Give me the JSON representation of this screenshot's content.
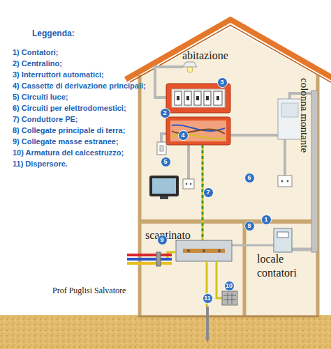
{
  "diagram": {
    "nodes": [
      {
        "text": [
          "abitazione"
        ]
      },
      {
        "text": [
          "scantinato"
        ]
      },
      {
        "text": [
          "locale contatori"
        ]
      }
    ],
    "labels": [
      "Leggenda:",
      "1",
      "2",
      "3",
      "4",
      "5",
      "6",
      "7",
      "8",
      "9",
      "10",
      "11",
      "colonna montante",
      "Prof Puglisi Salvatore"
    ],
    "legend": [
      {
        "text": "1) Contatori;"
      },
      {
        "text": "2) Centralino;"
      },
      {
        "text": "3) Interruttori automatici;"
      },
      {
        "text": "4) Cassette di derivazione principali;"
      },
      {
        "text": "5) Circuiti luce;"
      },
      {
        "text": "6) Circuiti per elettrodomestici;"
      },
      {
        "text": "7) Conduttore PE;"
      },
      {
        "text": "8) Collegate principale di terra;"
      },
      {
        "text": "9) Collegate masse estranee;"
      },
      {
        "text": "10) Armatura del calcestruzzo;"
      },
      {
        "text": "11) Dispersore."
      }
    ]
  }
}
